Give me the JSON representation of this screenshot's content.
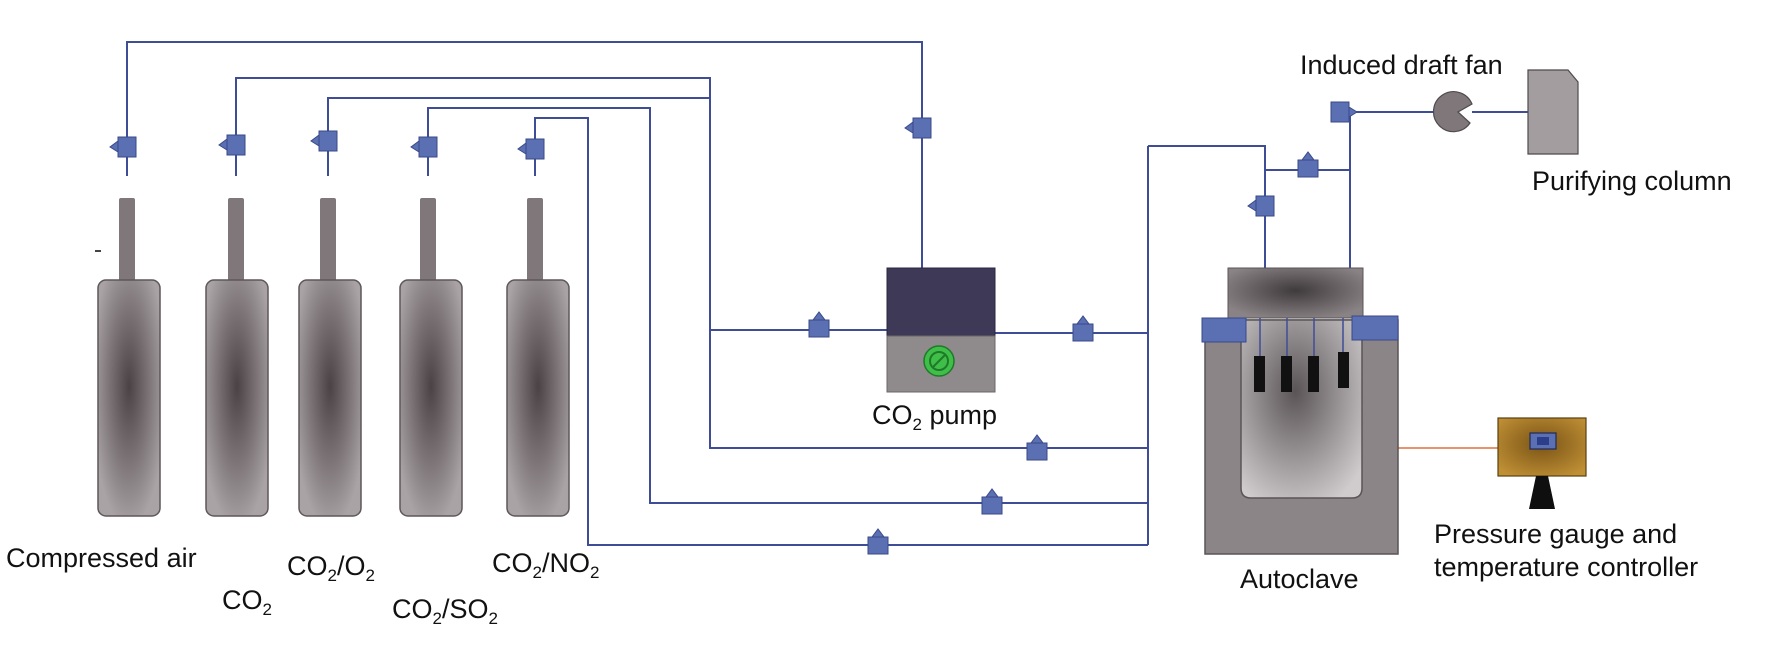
{
  "labels": {
    "compressed_air": "Compressed air",
    "co2_main": "CO",
    "co2_sub": "2",
    "co2o2_a": "CO",
    "co2o2_b": "2",
    "co2o2_c": "/O",
    "co2o2_d": "2",
    "co2so2_a": "CO",
    "co2so2_b": "2",
    "co2so2_c": "/SO",
    "co2so2_d": "2",
    "co2no2_a": "CO",
    "co2no2_b": "2",
    "co2no2_c": "/NO",
    "co2no2_d": "2",
    "pump_a": "CO",
    "pump_b": "2",
    "pump_c": " pump",
    "autoclave": "Autoclave",
    "induced_fan": "Induced draft fan",
    "purifying_column": "Purifying column",
    "pressure_gauge_line1": "Pressure gauge and",
    "pressure_gauge_line2": "temperature controller"
  },
  "colors": {
    "pipe": "#3f4d96",
    "valve": "#5b6fb3",
    "cylinder": "#7f7779",
    "pump_top": "#3d3957",
    "pump_body": "#8f8a8c",
    "pump_indicator": "#3fbf4a",
    "controller": "#b38525",
    "heater_wire": "#e0703a"
  }
}
